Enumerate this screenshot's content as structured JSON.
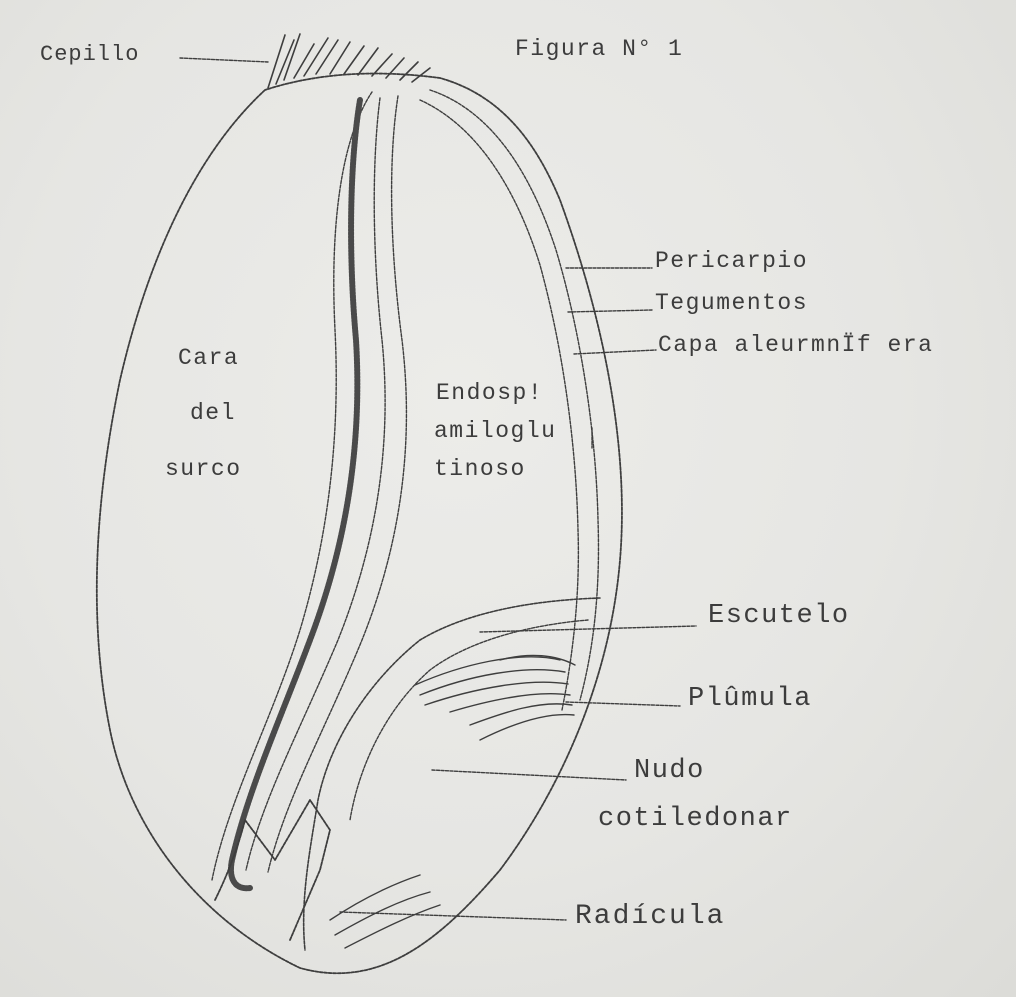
{
  "figure": {
    "title": "Figura N° 1"
  },
  "labels": {
    "cepillo": "Cepillo",
    "pericarpio": "Pericarpio",
    "tegumentos": "Tegumentos",
    "capa_aleuronifera": "Capa aleurmnÏf era",
    "cara_line1": "Cara",
    "cara_line2": "del",
    "cara_line3": "surco",
    "endosp_line1": "Endosp!",
    "endosp_line2": "amiloglu",
    "endosp_line3": "tinoso",
    "escutelo": "Escutelo",
    "plumula": "Plûmula",
    "nudo_line1": "Nudo",
    "nudo_line2": "cotiledonar",
    "radicula": "Radícula"
  }
}
